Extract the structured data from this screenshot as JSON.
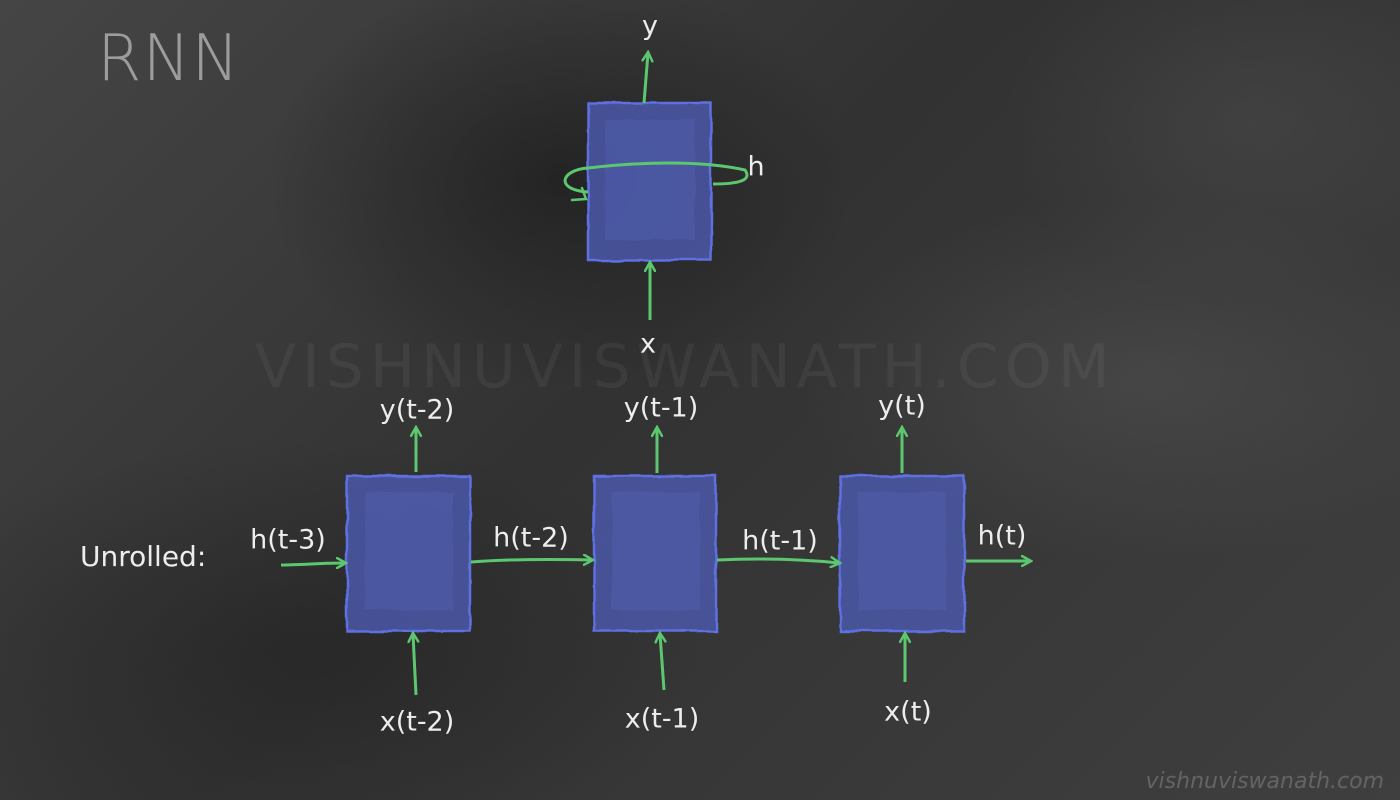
{
  "title": "RNN",
  "watermark": "VISHNUVISWANATH.COM",
  "footer": "vishnuviswanath.com",
  "folded": {
    "output": "y",
    "input": "x",
    "hidden": "h"
  },
  "unrolled": {
    "label": "Unrolled:",
    "initial_hidden": "h(t-3)",
    "steps": [
      {
        "output": "y(t-2)",
        "input": "x(t-2)",
        "hidden_out": "h(t-2)"
      },
      {
        "output": "y(t-1)",
        "input": "x(t-1)",
        "hidden_out": "h(t-1)"
      },
      {
        "output": "y(t)",
        "input": "x(t)",
        "hidden_out": "h(t)"
      }
    ]
  },
  "colors": {
    "cell_fill": "#4a57a8",
    "cell_border": "#5f6fe0",
    "arrow": "#5cc76f",
    "text": "#ededed"
  }
}
